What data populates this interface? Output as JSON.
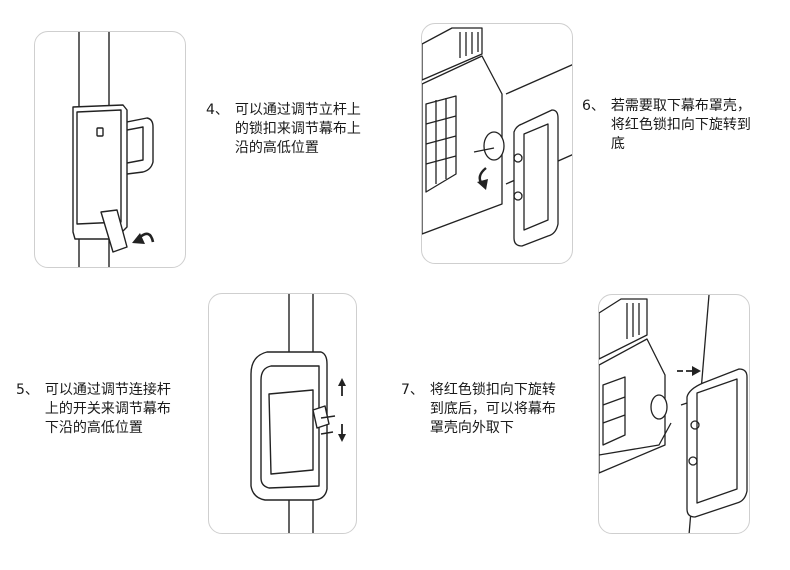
{
  "steps": [
    {
      "num": "4、",
      "lines": [
        "可以通过调节立杆上",
        "的锁扣来调节幕布上",
        "沿的高低位置"
      ]
    },
    {
      "num": "5、",
      "lines": [
        "可以通过调节连接杆",
        "上的开关来调节幕布",
        "下沿的高低位置"
      ]
    },
    {
      "num": "6、",
      "lines": [
        "若需要取下幕布罩壳，",
        "将红色锁扣向下旋转到",
        "底"
      ]
    },
    {
      "num": "7、",
      "lines": [
        "将红色锁扣向下旋转",
        "到底后，可以将幕布",
        "罩壳向外取下"
      ]
    }
  ],
  "icons": [
    "rotate-arrow-icon",
    "up-arrow-icon",
    "down-arrow-icon",
    "right-arrow-icon"
  ]
}
